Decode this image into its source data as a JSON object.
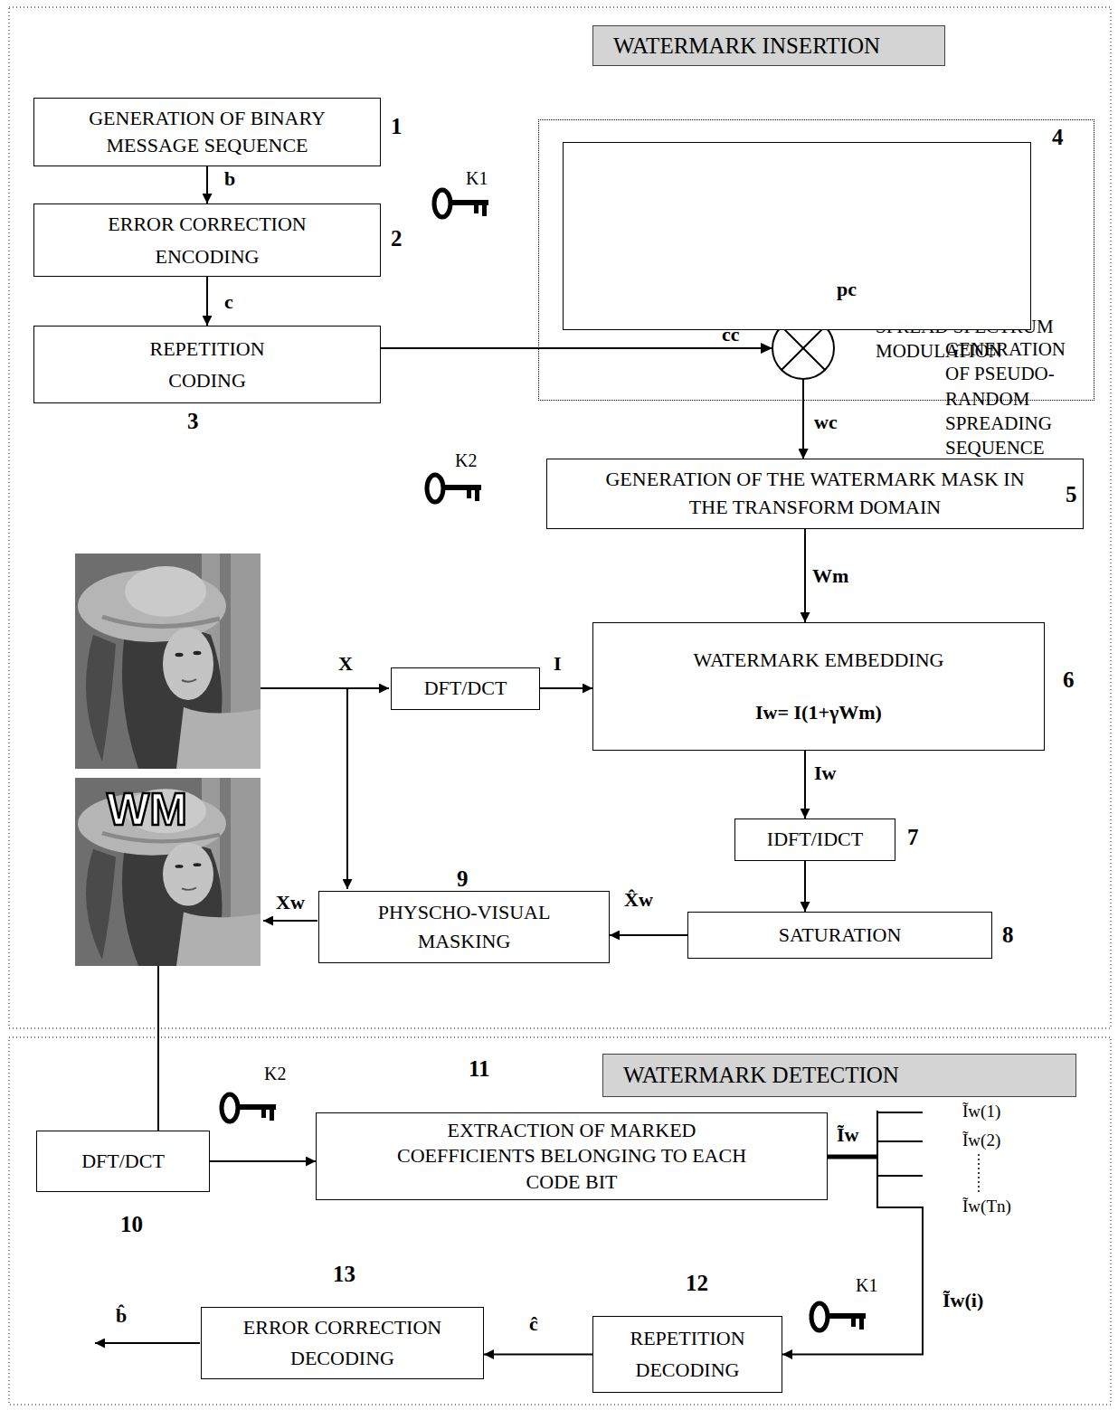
{
  "diagram": {
    "nodes": [
      {
        "text": [
          "WATERMARK INSERTION"
        ]
      },
      {
        "text": [
          "GENERATION OF BINARY MESSAGE SEQUENCE"
        ]
      },
      {
        "text": [
          "ERROR CORRECTION ENCODING"
        ]
      },
      {
        "text": [
          "REPETITION CODING"
        ]
      },
      {
        "text": [
          "SPREAD SPECTRUM MODULATION"
        ]
      },
      {
        "text": [
          "GENERATION OF PSEUDO-RANDOM SPREADING SEQUENCE WITH LENGTH TC"
        ],
        "in": 4
      },
      {
        "text": [
          "GENERATION OF THE WATERMARK MASK IN THE TRANSFORM DOMAIN"
        ]
      },
      {
        "text": [
          "DFT/DCT"
        ]
      },
      {
        "text": [
          "WATERMARK EMBEDDING",
          "Iw= I(1+γWm)"
        ]
      },
      {
        "text": [
          "IDFT/IDCT"
        ]
      },
      {
        "text": [
          "SATURATION"
        ]
      },
      {
        "text": [
          "PHYSCHO-VISUAL MASKING"
        ]
      },
      {
        "text": [
          "WATERMARK DETECTION"
        ]
      },
      {
        "text": [
          "DFT/DCT"
        ]
      },
      {
        "text": [
          "EXTRACTION OF MARKED COEFFICIENTS BELONGING TO EACH CODE BIT"
        ]
      },
      {
        "text": [
          "REPETITION DECODING"
        ]
      },
      {
        "text": [
          "ERROR CORRECTION DECODING"
        ]
      }
    ],
    "edges": [
      {
        "from": 1,
        "to": 2,
        "arrow": "to",
        "label": "b"
      },
      {
        "from": 2,
        "to": 3,
        "arrow": "to",
        "label": "c"
      },
      {
        "from": 3,
        "to": 6,
        "arrow": "to",
        "label": "cc"
      },
      {
        "from": 5,
        "to": 6,
        "arrow": "to",
        "label": "pc"
      },
      {
        "from": 6,
        "to": 8,
        "arrow": "to",
        "label": "Wm"
      },
      {
        "from": 7,
        "to": 8,
        "arrow": "to",
        "label": "I"
      },
      {
        "from": 8,
        "to": 9,
        "arrow": "to",
        "label": "Iw"
      },
      {
        "from": 9,
        "to": 10,
        "arrow": "to"
      },
      {
        "from": 10,
        "to": 11,
        "arrow": "to",
        "label": "X̂w"
      },
      {
        "from": 13,
        "to": 14,
        "arrow": "to"
      },
      {
        "from": 14,
        "to": 15,
        "arrow": "to",
        "label": "Ĩw(i)"
      },
      {
        "from": 15,
        "to": 16,
        "arrow": "to",
        "label": "ĉ"
      }
    ],
    "labels": [
      "1",
      "2",
      "3",
      "4",
      "K1",
      "wc",
      "5",
      "K2",
      "X",
      "6",
      "WM",
      "7",
      "9",
      "Xw",
      "8",
      "11",
      "K2",
      "10",
      "Ĩw",
      "Ĩw(1)",
      "Ĩw(2)",
      "Ĩw(Tn)",
      "12",
      "13",
      "K1",
      "b̂"
    ]
  }
}
